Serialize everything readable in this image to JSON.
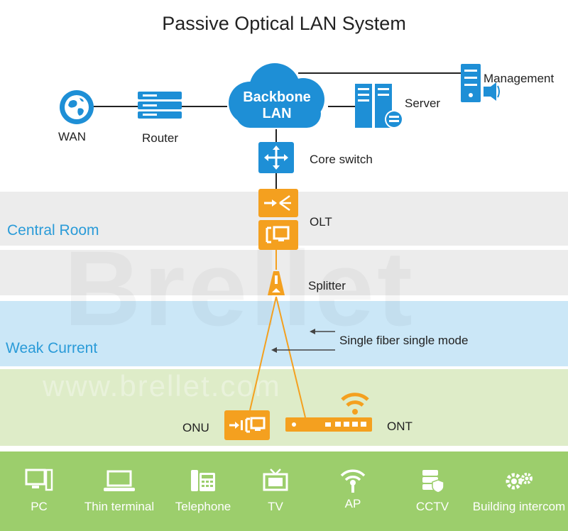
{
  "title": "Passive Optical LAN System",
  "zones": {
    "central": "Central Room",
    "weak": "Weak Current"
  },
  "nodes": {
    "wan": "WAN",
    "router": "Router",
    "backbone": "Backbone LAN",
    "server": "Server",
    "management": "Management",
    "core_switch": "Core switch",
    "olt": "OLT",
    "splitter": "Splitter",
    "onu": "ONU",
    "ont": "ONT"
  },
  "annotation": "Single fiber single mode",
  "terminals": [
    {
      "label": "PC",
      "icon": "pc-icon"
    },
    {
      "label": "Thin terminal",
      "icon": "laptop-icon"
    },
    {
      "label": "Telephone",
      "icon": "telephone-icon"
    },
    {
      "label": "TV",
      "icon": "tv-icon"
    },
    {
      "label": "AP",
      "icon": "wifi-icon"
    },
    {
      "label": "CCTV",
      "icon": "cctv-icon"
    },
    {
      "label": "Building intercom",
      "icon": "gears-icon"
    }
  ],
  "watermark": "Brellet www.brellet.com",
  "colors": {
    "blue": "#1e8fd6",
    "orange": "#f4a01f",
    "central_band": "#ececec",
    "weak_band": "#cbe7f7",
    "green_band": "#deecc8",
    "bottom_band": "#9cce6c"
  }
}
